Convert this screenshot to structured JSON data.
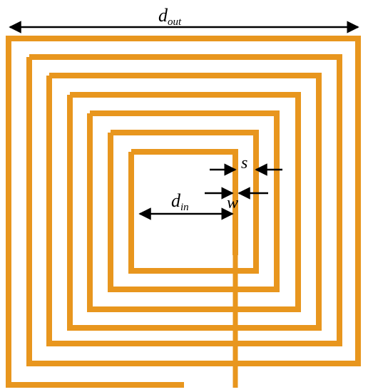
{
  "labels": {
    "d_out": {
      "main": "d",
      "sub": "out"
    },
    "d_in": {
      "main": "d",
      "sub": "in"
    },
    "s": "s",
    "w": "w"
  },
  "colors": {
    "coil": "#e8961e",
    "background": "#ffffff",
    "arrow": "#000000"
  }
}
